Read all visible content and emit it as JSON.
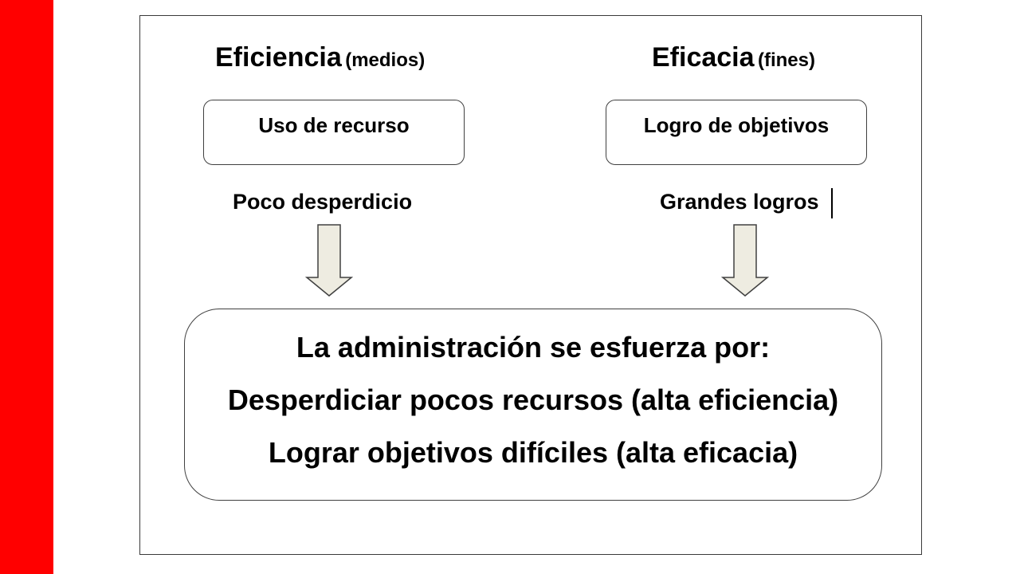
{
  "colors": {
    "accent_bar": "#ff0000",
    "arrow_fill": "#eeece1",
    "arrow_stroke": "#404040"
  },
  "left": {
    "heading": "Eficiencia",
    "heading_note": "(medios)",
    "box_label": "Uso de recurso",
    "caption": "Poco desperdicio"
  },
  "right": {
    "heading": "Eficacia",
    "heading_note": "(fines)",
    "box_label": "Logro de objetivos",
    "caption": "Grandes logros"
  },
  "summary": {
    "line1": "La administración se esfuerza por:",
    "line2": "Desperdiciar pocos recursos (alta eficiencia)",
    "line3": "Lograr objetivos difíciles (alta eficacia)"
  },
  "icons": [
    "down-arrow-icon",
    "down-arrow-icon"
  ]
}
